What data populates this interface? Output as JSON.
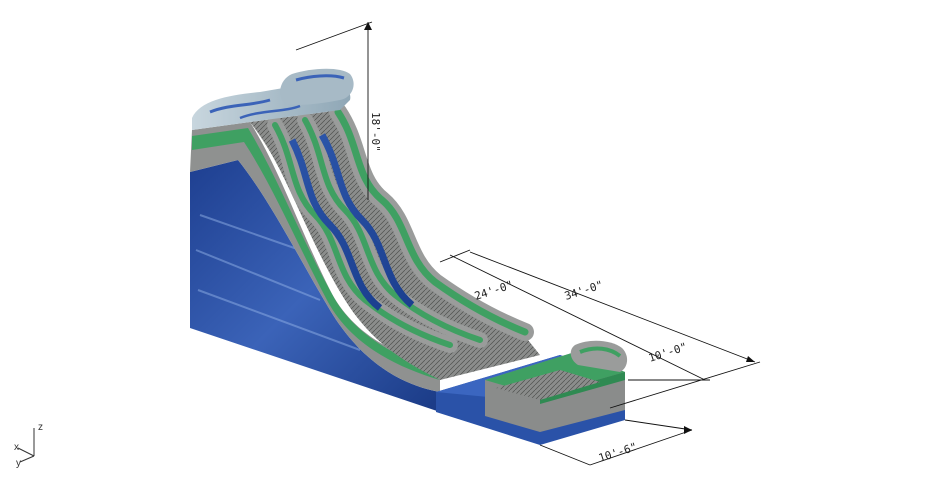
{
  "dimensions": {
    "height": "18'-0\"",
    "slide_length": "24'-0\"",
    "total_length": "34'-0\"",
    "pool_length": "10'-0\"",
    "width": "10'-6\""
  },
  "axes": {
    "x": "x",
    "y": "y",
    "z": "z"
  },
  "colors": {
    "blue_dark": "#1b3f8f",
    "blue_mid": "#2e5bb3",
    "blue_light": "#6f95d6",
    "green": "#3fa062",
    "gray": "#9a9c9b",
    "gray_dark": "#6e706f",
    "sky": "#9ab4c4"
  }
}
